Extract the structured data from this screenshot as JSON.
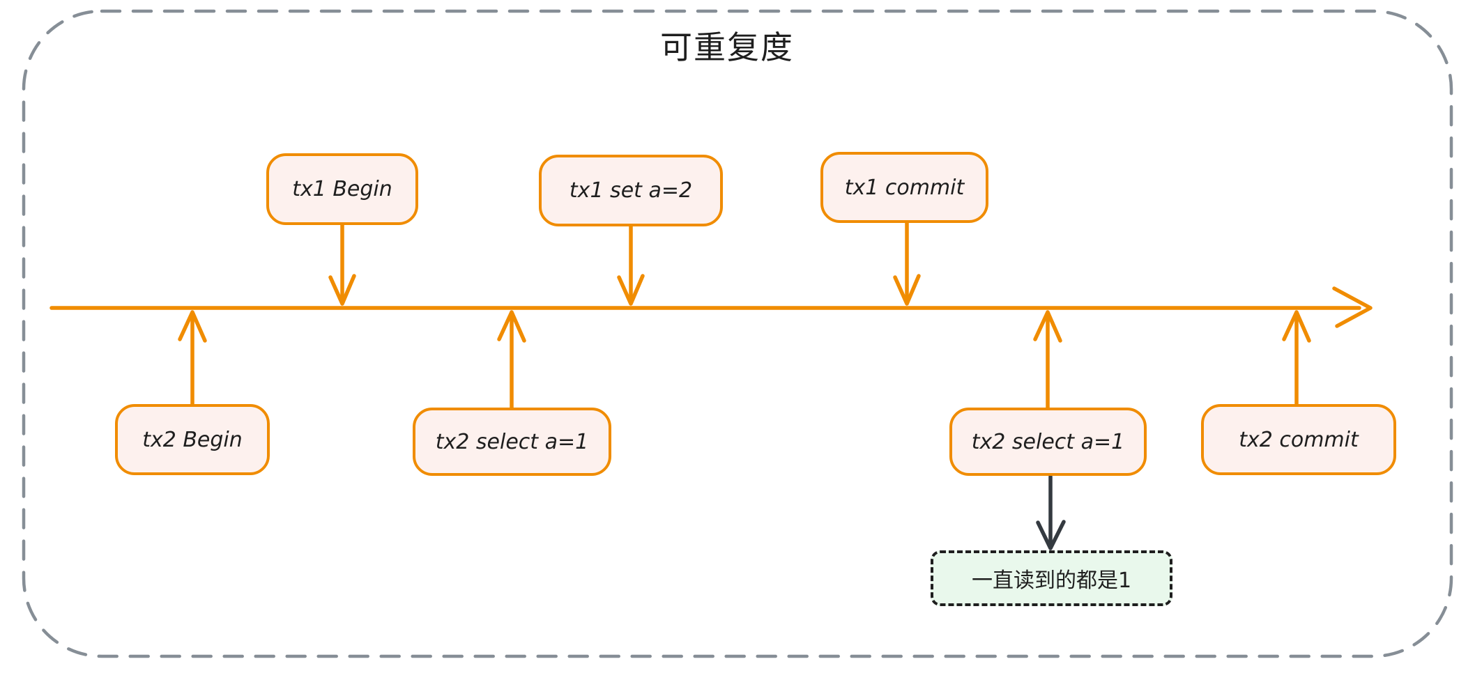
{
  "title": "可重复度",
  "colors": {
    "orange": "#f08c00",
    "node_fill": "#fdf1ee",
    "annotation_fill": "#e9f8ec",
    "annotation_border": "#1e1e1e",
    "dark_arrow": "#343a40",
    "frame_gray": "#868e96",
    "text": "#1e1e1e"
  },
  "tx1_events": [
    {
      "label": "tx1 Begin"
    },
    {
      "label": "tx1 set a=2"
    },
    {
      "label": "tx1 commit"
    }
  ],
  "tx2_events": [
    {
      "label": "tx2 Begin"
    },
    {
      "label": "tx2 select a=1"
    },
    {
      "label": "tx2 select a=1"
    },
    {
      "label": "tx2 commit"
    }
  ],
  "annotation": {
    "label": "一直读到的都是1"
  }
}
